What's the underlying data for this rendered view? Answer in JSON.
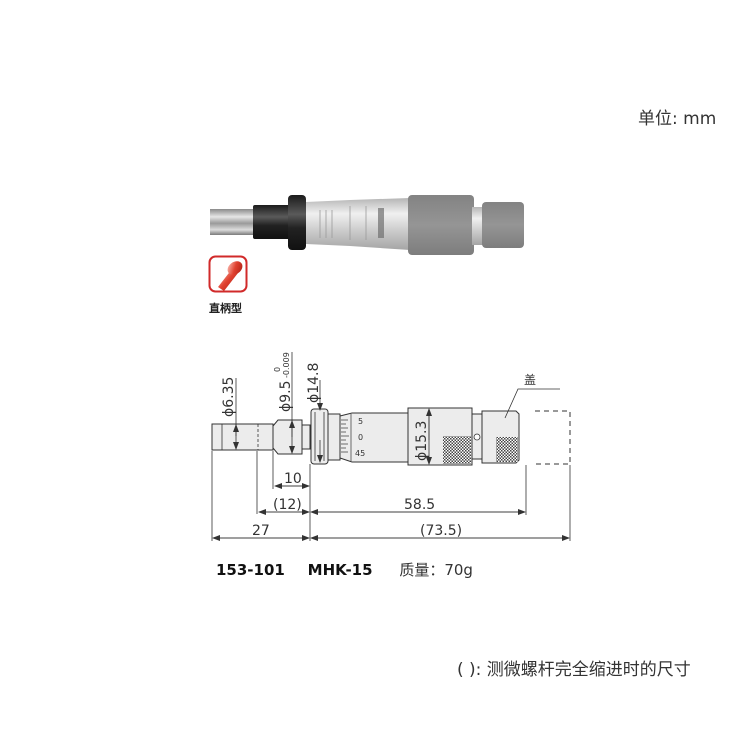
{
  "header": {
    "unit_label": "单位: mm"
  },
  "product_photo": {
    "alt": "micrometer head photo",
    "colors": {
      "spindle": "#b9b9b9",
      "collar": "#2a2a2a",
      "sleeve": "#d8d8d8",
      "thimble": "#8f8f8f",
      "cap": "#929292"
    }
  },
  "badge": {
    "icon": "straight-stem-icon",
    "label": "直柄型",
    "border_color": "#d12a2a"
  },
  "drawing": {
    "diameter_labels": {
      "spindle": "ϕ6.35",
      "stem": "ϕ9.5",
      "stem_tol_upper": "0",
      "stem_tol_lower": "-0.009",
      "nut": "ϕ14.8",
      "thimble": "ϕ15.3"
    },
    "scale_marks": [
      "5",
      "0",
      "45"
    ],
    "cap_label": "盖",
    "dimensions": {
      "d10": "10",
      "d12": "(12)",
      "d27": "27",
      "d58_5": "58.5",
      "d73_5": "(73.5)"
    }
  },
  "model": {
    "code": "153-101",
    "name": "MHK-15",
    "mass": "质量：70g"
  },
  "footnote": "( ): 测微螺杆完全缩进时的尺寸"
}
